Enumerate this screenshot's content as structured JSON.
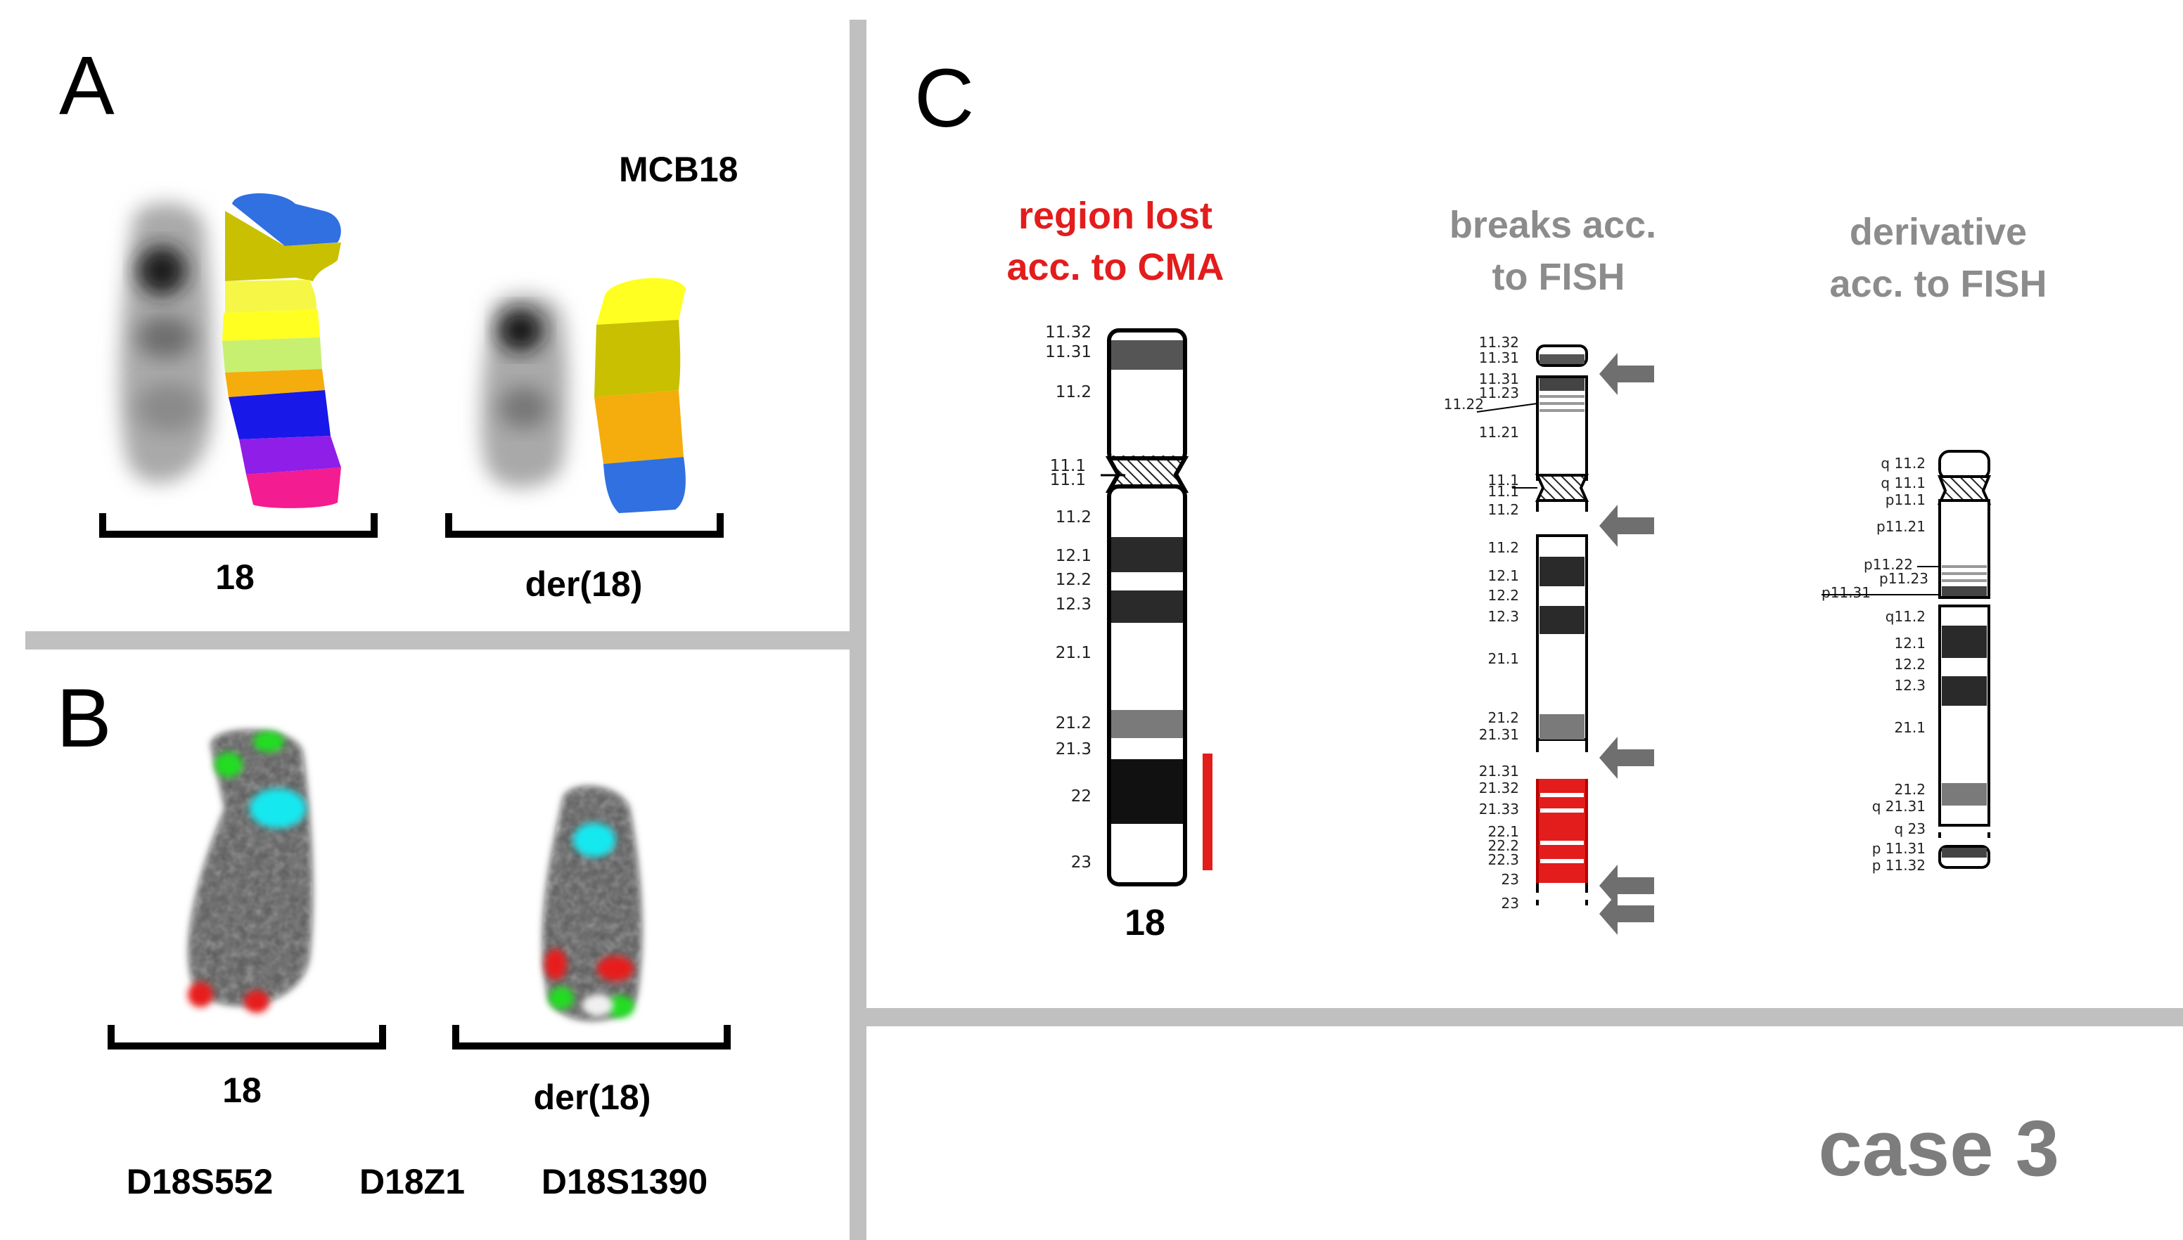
{
  "panels": {
    "a": {
      "letter": "A",
      "method": "MCB18",
      "normal_label": "18",
      "derivative_label": "der(18)"
    },
    "b": {
      "letter": "B",
      "normal_label": "18",
      "derivative_label": "der(18)",
      "probes": [
        {
          "name": "D18S552",
          "color": "#22cc22"
        },
        {
          "name": "D18Z1",
          "color": "#22c8d8"
        },
        {
          "name": "D18S1390",
          "color": "#e81e1e"
        }
      ]
    },
    "c": {
      "letter": "C",
      "ideogram1": {
        "title_line1": "region lost",
        "title_line2": "acc. to CMA",
        "title_color": "#e31c1c",
        "chromosome_label": "18",
        "bands": [
          "11.32",
          "11.31",
          "11.2",
          "11.1",
          "11.1",
          "11.2",
          "12.1",
          "12.2",
          "12.3",
          "21.1",
          "21.2",
          "21.3",
          "22",
          "23"
        ]
      },
      "ideogram2": {
        "title_line1": "breaks acc.",
        "title_line2": "to FISH",
        "title_color": "#8c8c8c",
        "bands": [
          "11.32",
          "11.31",
          "11.31",
          "11.23",
          "11.22",
          "11.21",
          "11.1",
          "11.1",
          "11.2",
          "11.2",
          "12.1",
          "12.2",
          "12.3",
          "21.1",
          "21.2",
          "21.31",
          "21.31",
          "21.32",
          "21.33",
          "22.1",
          "22.2",
          "22.3",
          "23",
          "23"
        ]
      },
      "ideogram3": {
        "title_line1": "derivative",
        "title_line2": "acc. to FISH",
        "title_color": "#8c8c8c",
        "bands": [
          "q 11.2",
          "q 11.1",
          "p11.1",
          "p11.21",
          "p11.22",
          "p11.23",
          "p11.31",
          "q11.2",
          "12.1",
          "12.2",
          "12.3",
          "21.1",
          "21.2",
          "q 21.31",
          "q 23",
          "p 11.31",
          "p 11.32"
        ]
      }
    },
    "case_label": "case 3",
    "colors": {
      "divider": "#c0c0c0",
      "band_dark": "#2a2a2a",
      "band_grey": "#7a7a7a",
      "arrow": "#6f6f6f",
      "lost_region": "#e31c1c"
    }
  }
}
